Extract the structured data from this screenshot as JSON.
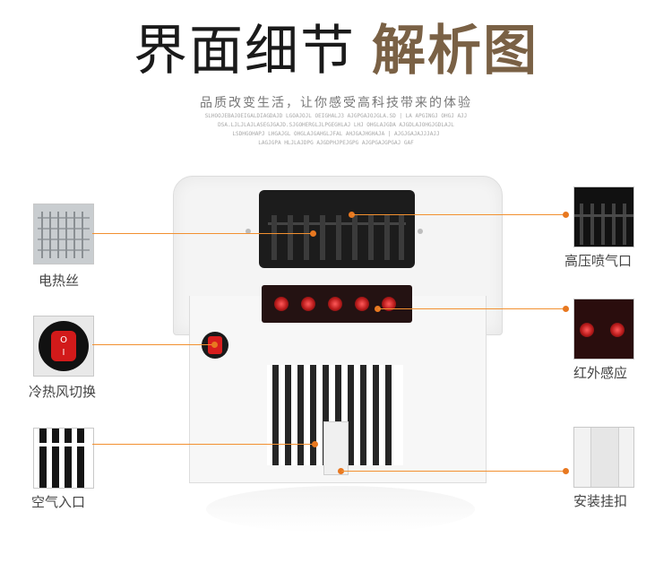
{
  "header": {
    "title_thin": "界面细节",
    "title_bold": "解析图",
    "subtitle": "品质改变生活，让你感受高科技带来的体验",
    "fine_print": [
      "SLHOOJEBAJOEIGALDIAGDAJD LGOAJOJL OEIGHALJ3 AJGPGAJOJGLA.SD | LA APGINGJ OHGJ AJJ",
      "DSA.LJLJLAJLASEGJGAJD.SJGOHERGLJLPGEGHLAJ LHJ OHGLAJGDA AJGDLAJOHGJGDLAJL",
      "LSDHGOHAPJ LHGAJGL OHGLAJGAHGLJFAL AHJGAJHGHAJA | AJGJGAJAJJJAJJ",
      "LAGJGPA HLJLAJDPG AJGDPHJPEJGPG AJGPGAJGPGAJ GAF"
    ]
  },
  "features": {
    "heating_wire": "电热丝",
    "switch": "冷热风切换",
    "air_inlet": "空气入口",
    "nozzle": "高压喷气口",
    "infrared": "红外感应",
    "hook": "安装挂扣"
  },
  "switch_marks": {
    "on": "I",
    "off": "O"
  },
  "colors": {
    "accent": "#e87820",
    "title_brand": "#7a6145"
  },
  "icons": {
    "heating_wire": "heating-coil-thumbnail",
    "switch": "rocker-switch-thumbnail",
    "air_inlet": "air-vent-thumbnail",
    "nozzle": "nozzle-thumbnail",
    "infrared": "infrared-sensor-thumbnail",
    "hook": "mounting-hook-thumbnail"
  }
}
